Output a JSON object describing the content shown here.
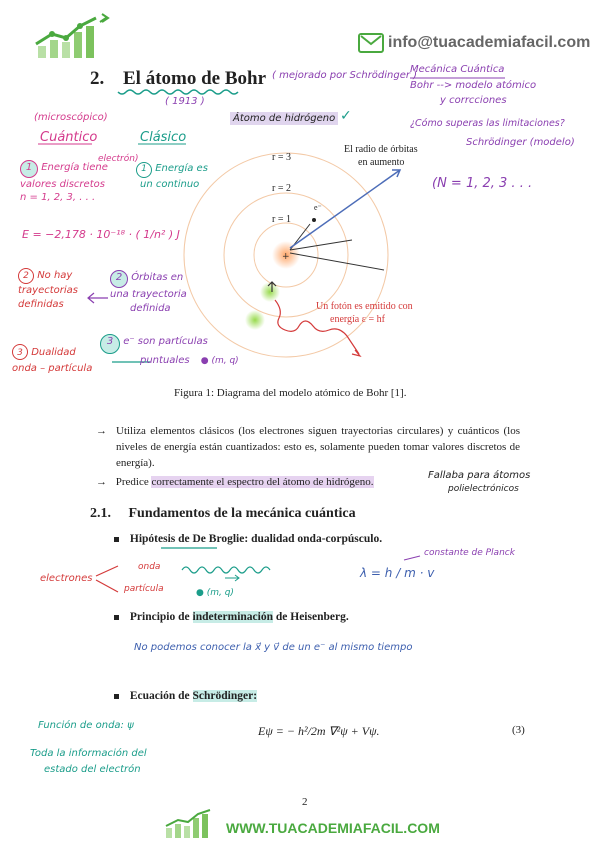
{
  "header": {
    "email": "info@tuacademiafacil.com"
  },
  "section": {
    "number": "2.",
    "title": "El átomo de Bohr",
    "note_aside": "( mejorado por Schrödinger )",
    "year": "( 1913 )"
  },
  "notes_right_top": {
    "line1": "Mecánica Cuántica",
    "line2": "Bohr --> modelo atómico",
    "line3": "y corrcciones",
    "line4": "¿Cómo superas las limitaciones?",
    "line5": "Schrödinger (modelo)",
    "line6": "(N = 1, 2, 3 . . ."
  },
  "diagram": {
    "top_label": "Átomo de hidrógeno",
    "orbit_labels": [
      "r = 3",
      "r = 2",
      "r = 1"
    ],
    "orbit_note": [
      "El radio de órbitas",
      "en aumento"
    ],
    "electron_label": "e⁻",
    "photon_note": [
      "Un fotón es emitido con",
      "energía ε = hf"
    ]
  },
  "notes_left": {
    "micro": "(microscópico)",
    "cuantico": "Cuántico",
    "clasico": "Clásico",
    "electron": "electrón)",
    "item1_num": "1",
    "item1_line1": "Energía tiene",
    "item1_line2": "valores discretos",
    "item1_line3": "n = 1, 2, 3, . . .",
    "energy_formula": "E = −2,178 · 10⁻¹⁸ · ( 1/n² ) J",
    "classic1_num": "1",
    "classic1_line1": "Energía es",
    "classic1_line2": "un continuo",
    "item2_num": "2",
    "item2_line1": "No hay",
    "item2_line2": "trayectorias",
    "item2_line3": "definidas",
    "classic2_num": "2",
    "classic2_line1": "Órbitas en",
    "classic2_line2": "una trayectoria",
    "classic2_line3": "definida",
    "item3_num": "3",
    "item3_line1": "Dualidad",
    "item3_line2": "onda – partícula",
    "classic3_num": "3",
    "classic3_line1": "e⁻ son partículas",
    "classic3_line2": "puntuales",
    "classic3_line3": "● (m, q)"
  },
  "figure": {
    "caption": "Figura 1: Diagrama del modelo atómico de Bohr [1]."
  },
  "bullets": {
    "b1": "Utiliza elementos clásicos (los electrones siguen trayectorias circulares) y cuánticos (los niveles de energía están cuantizados: esto es, solamente pueden tomar valores discretos de energía).",
    "b2_pre": "Predice ",
    "b2_hl": "correctamente el espectro del átomo de hidrógeno.",
    "b2_note": [
      "Fallaba para átomos",
      "polielectrónicos"
    ]
  },
  "subsection": {
    "number": "2.1.",
    "title": "Fundamentos de la mecánica cuántica"
  },
  "items": {
    "debroglie_pre": "Hipótesis de ",
    "debroglie_hl": "De Broglie",
    "debroglie_post": ": dualidad onda-corpúsculo.",
    "planck_note": "constante de Planck",
    "lambda_formula": "λ = h / m · v",
    "electron_label": "electrones",
    "onda_label": "onda",
    "particula_label": "partícula",
    "mq_label": "● (m, q)",
    "heis_pre": "Principio de ",
    "heis_hl": "indeterminación",
    "heis_post": " de Heisenberg.",
    "heis_note": "No podemos conocer la  x⃗  y  v⃗  de un e⁻ al mismo tiempo",
    "schr_pre": "Ecuación de ",
    "schr_hl": "Schrödinger:",
    "wave_note1": "Función de onda: ψ",
    "wave_note2": "Toda la información del",
    "wave_note3": "estado del electrón",
    "equation": "Eψ = − h²/2m ∇²ψ + Vψ.",
    "eq_number": "(3)"
  },
  "footer": {
    "page": "2",
    "website": "WWW.TUACADEMIAFACIL.COM"
  },
  "colors": {
    "logo_green": "#4aa93f",
    "pink": "#d43a8c",
    "purple": "#8a3fb0",
    "teal": "#1b9d8a",
    "blue": "#3d5fae",
    "red": "#d43a3a"
  }
}
